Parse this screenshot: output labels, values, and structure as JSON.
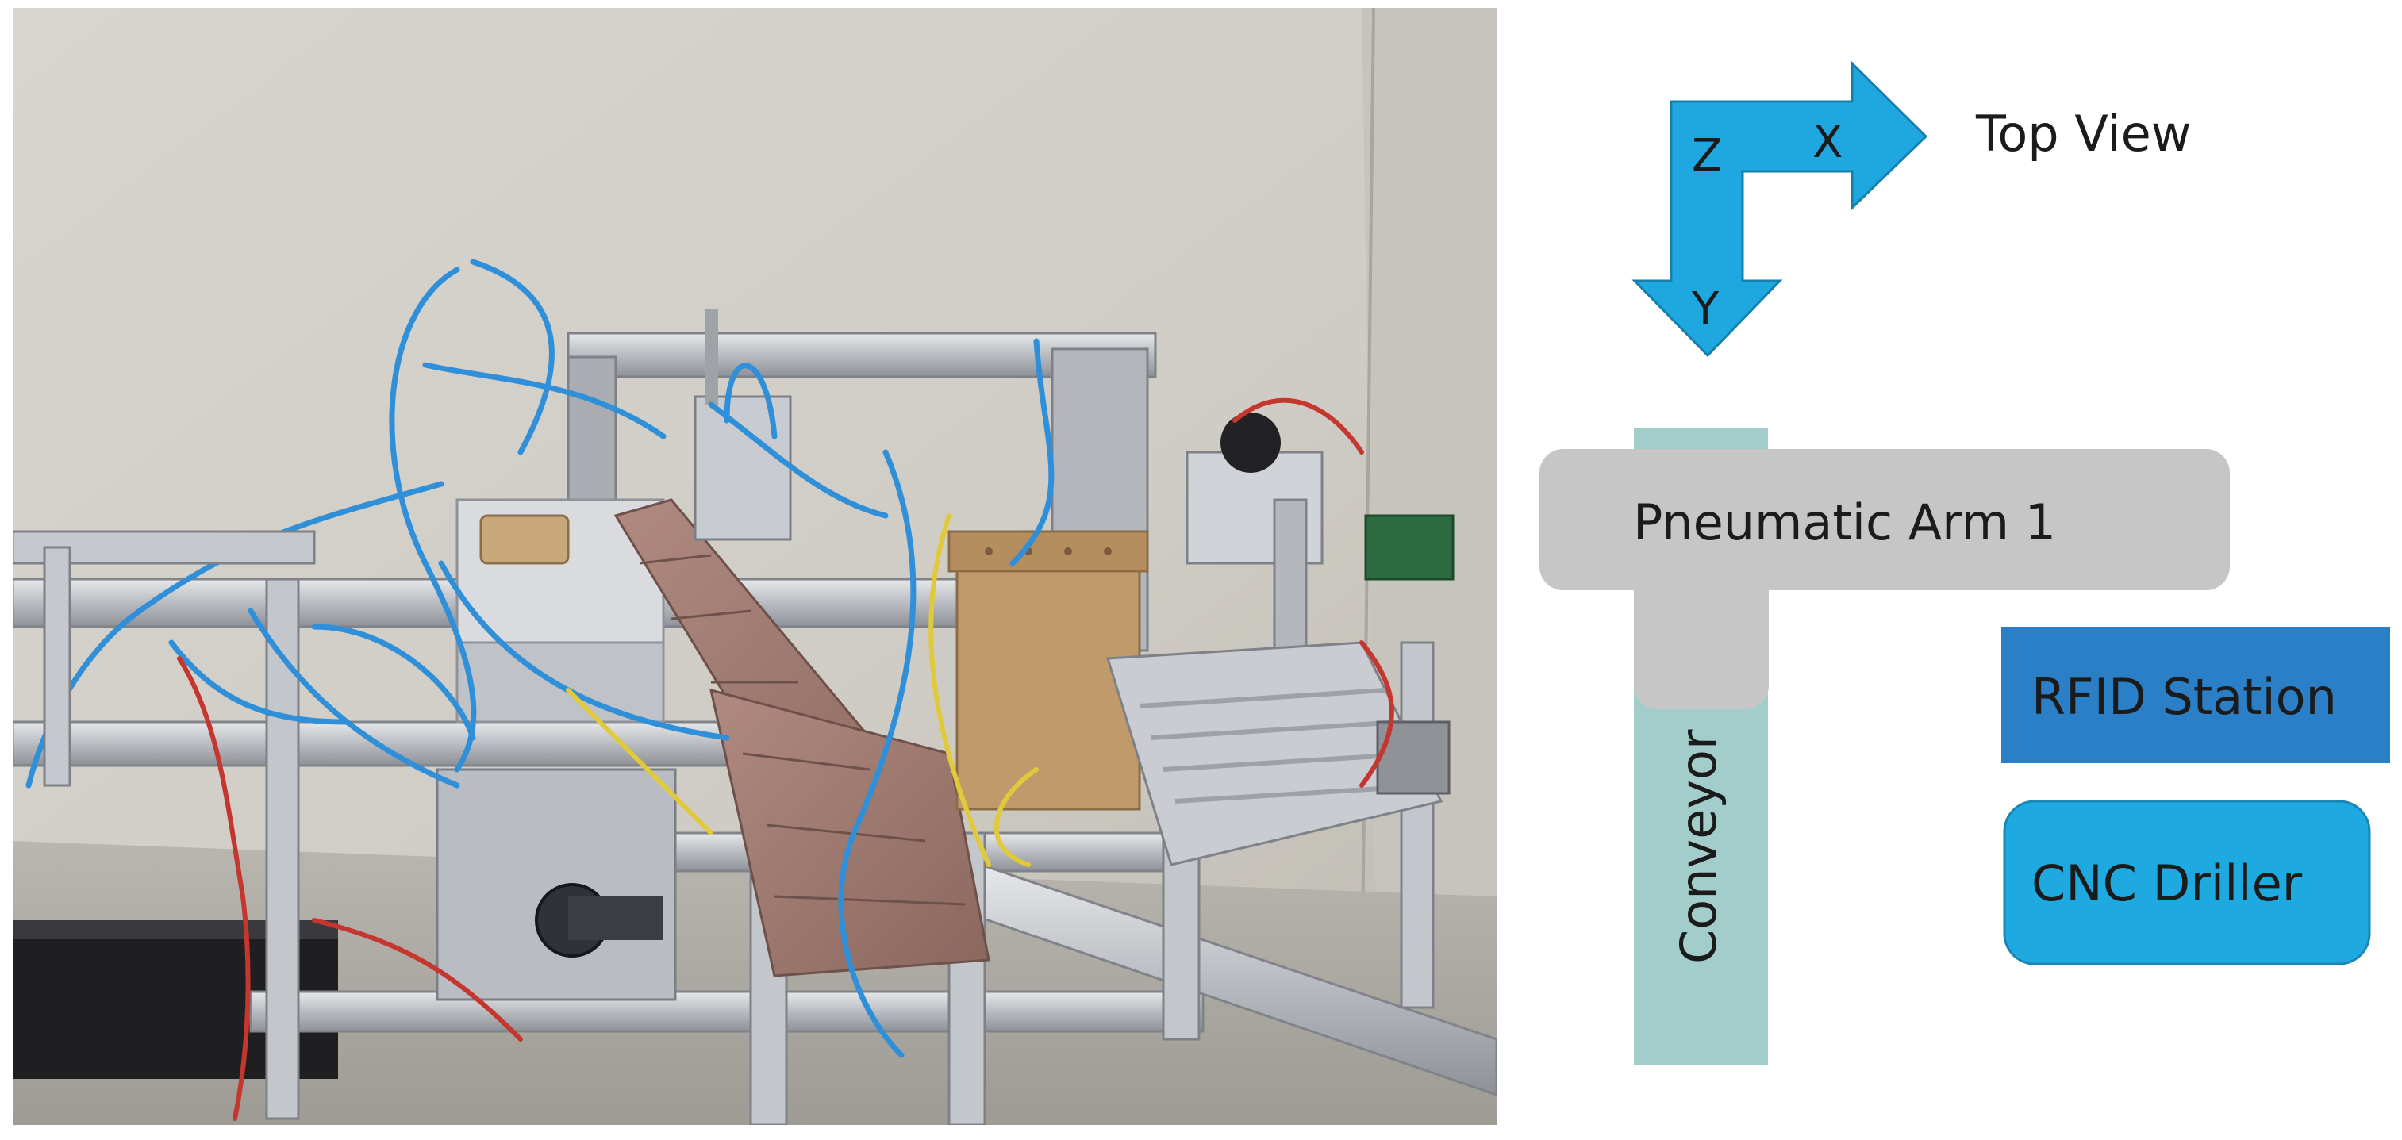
{
  "photo": {
    "subject": "testbed-photo"
  },
  "axes": {
    "z_label": "Z",
    "x_label": "X",
    "y_label": "Y",
    "view_label": "Top View",
    "arrow_color": "#1ea8df"
  },
  "layout_labels": {
    "conveyor": "Conveyor",
    "pneumatic_arm": "Pneumatic Arm 1",
    "rfid_station": "RFID Station",
    "cnc_driller": "CNC Driller"
  },
  "colors": {
    "conveyor": "#a3cdca",
    "pneumatic_arm": "#c6c6c6",
    "rfid_station": "#2b7fc6",
    "cnc_driller": "#1eaae0"
  }
}
